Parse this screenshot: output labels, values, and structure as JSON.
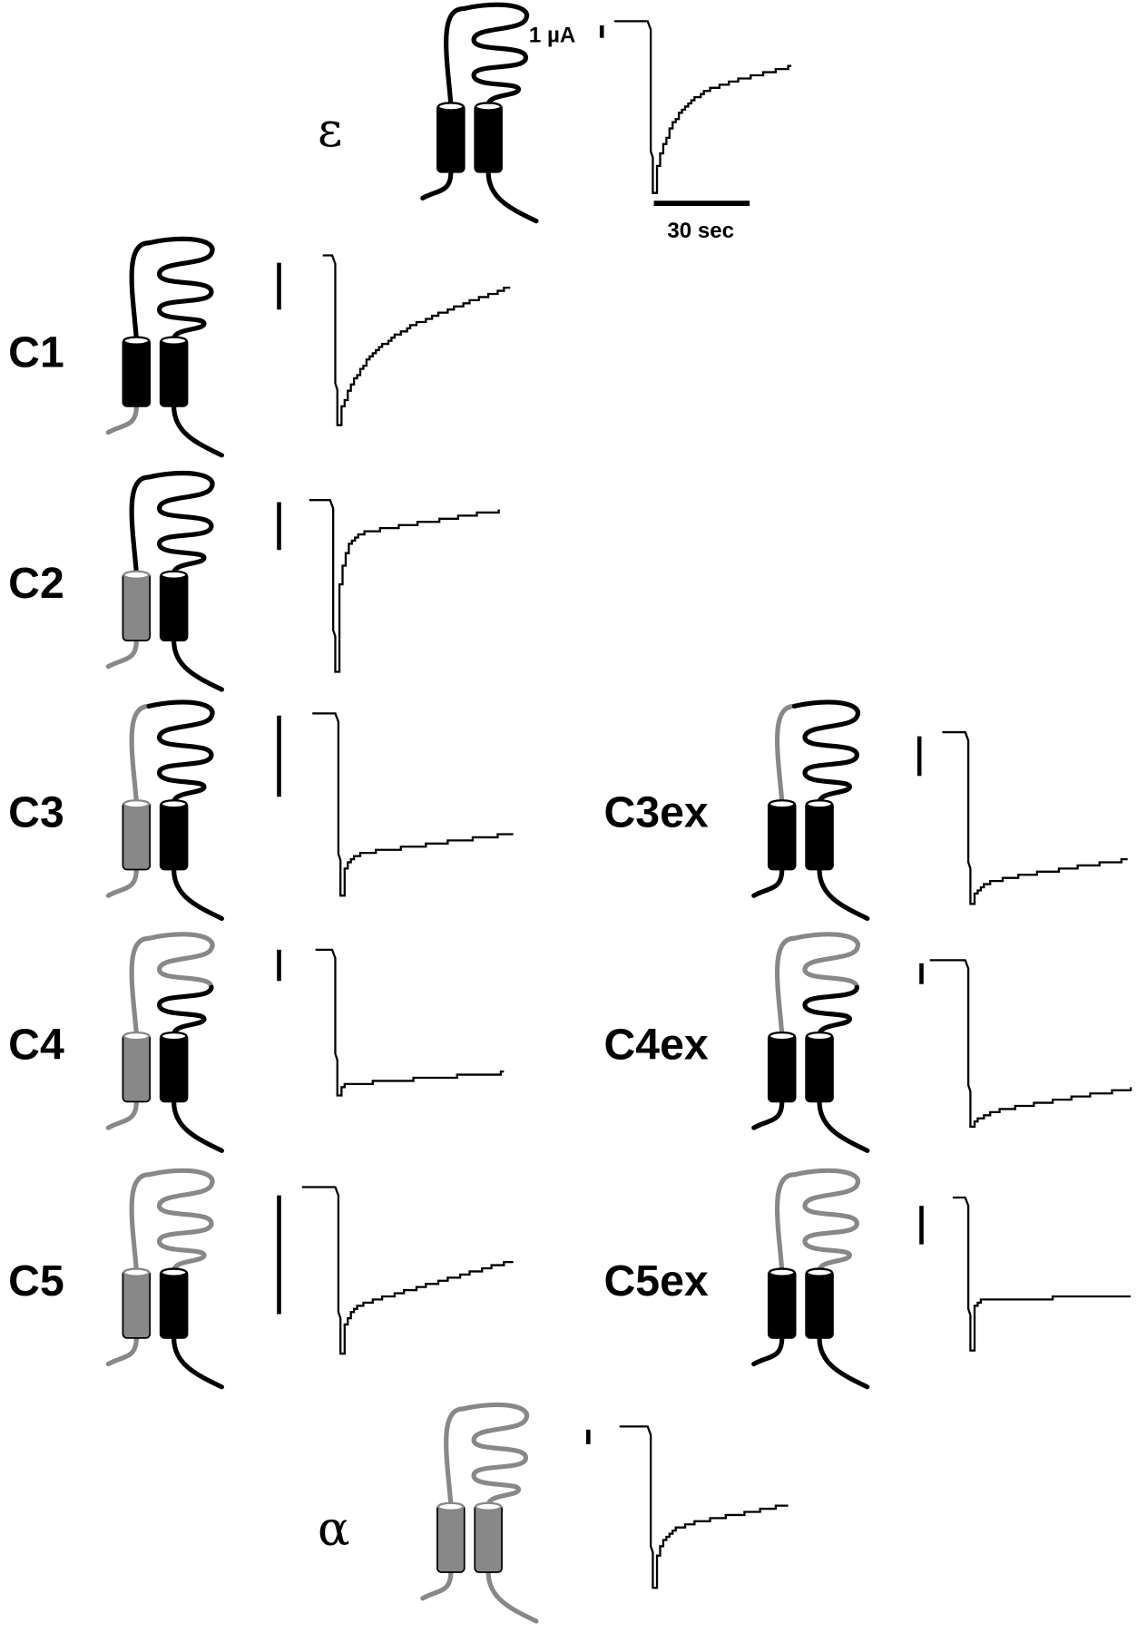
{
  "colors": {
    "epsilon": "#000000",
    "alpha": "#888888"
  },
  "scale": {
    "current_label": "1 µA",
    "time_label": "30 sec"
  },
  "panels": [
    {
      "id": "epsilon",
      "label": "ε",
      "greek": true,
      "segments": {
        "tailN": "e",
        "tm1": "e",
        "arm": "e",
        "coilsUpper": "e",
        "coilsLower": "e",
        "tm2": "e",
        "tailC": "e"
      }
    },
    {
      "id": "C1",
      "label": "C1",
      "segments": {
        "tailN": "a",
        "tm1": "e",
        "arm": "e",
        "coilsUpper": "e",
        "coilsLower": "e",
        "tm2": "e",
        "tailC": "e"
      }
    },
    {
      "id": "C2",
      "label": "C2",
      "segments": {
        "tailN": "a",
        "tm1": "a",
        "arm": "e",
        "coilsUpper": "e",
        "coilsLower": "e",
        "tm2": "e",
        "tailC": "e"
      }
    },
    {
      "id": "C3",
      "label": "C3",
      "segments": {
        "tailN": "a",
        "tm1": "a",
        "arm": "a",
        "coilsUpper": "e",
        "coilsLower": "e",
        "tm2": "e",
        "tailC": "e"
      }
    },
    {
      "id": "C4",
      "label": "C4",
      "segments": {
        "tailN": "a",
        "tm1": "a",
        "arm": "a",
        "coilsUpper": "a",
        "coilsLower": "e",
        "tm2": "e",
        "tailC": "e"
      }
    },
    {
      "id": "C5",
      "label": "C5",
      "segments": {
        "tailN": "a",
        "tm1": "a",
        "arm": "a",
        "coilsUpper": "a",
        "coilsLower": "a",
        "tm2": "e",
        "tailC": "e"
      }
    },
    {
      "id": "C3ex",
      "label": "C3ex",
      "segments": {
        "tailN": "e",
        "tm1": "e",
        "arm": "a",
        "coilsUpper": "e",
        "coilsLower": "e",
        "tm2": "e",
        "tailC": "e"
      }
    },
    {
      "id": "C4ex",
      "label": "C4ex",
      "segments": {
        "tailN": "e",
        "tm1": "e",
        "arm": "a",
        "coilsUpper": "a",
        "coilsLower": "e",
        "tm2": "e",
        "tailC": "e"
      }
    },
    {
      "id": "C5ex",
      "label": "C5ex",
      "segments": {
        "tailN": "e",
        "tm1": "e",
        "arm": "a",
        "coilsUpper": "a",
        "coilsLower": "a",
        "tm2": "e",
        "tailC": "e"
      }
    },
    {
      "id": "alpha",
      "label": "α",
      "greek": true,
      "segments": {
        "tailN": "a",
        "tm1": "a",
        "arm": "a",
        "coilsUpper": "a",
        "coilsLower": "a",
        "tm2": "a",
        "tailC": "a"
      }
    }
  ]
}
